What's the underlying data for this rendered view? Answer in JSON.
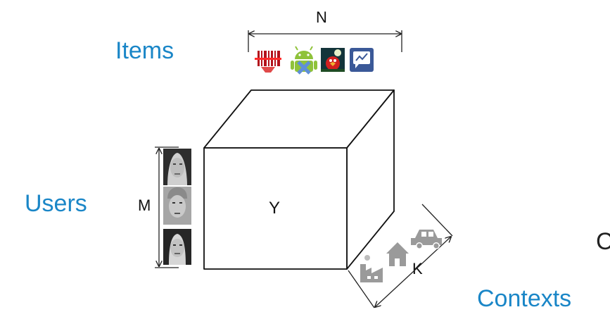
{
  "labels": {
    "items": "Items",
    "users": "Users",
    "contexts": "Contexts",
    "clipped_char": "C"
  },
  "dimensions": {
    "n": "N",
    "m": "M",
    "k": "K"
  },
  "cube": {
    "label": "Y"
  },
  "icons": {
    "items": [
      "barcode-scanner-icon",
      "android-icon",
      "angry-birds-icon",
      "messenger-icon"
    ],
    "users": [
      "user-face-icon",
      "user-face-icon",
      "user-face-icon"
    ],
    "contexts": [
      "factory-icon",
      "house-icon",
      "car-icon"
    ]
  },
  "colors": {
    "accent": "#1a86c7",
    "context_icon": "#9a9a9a"
  }
}
